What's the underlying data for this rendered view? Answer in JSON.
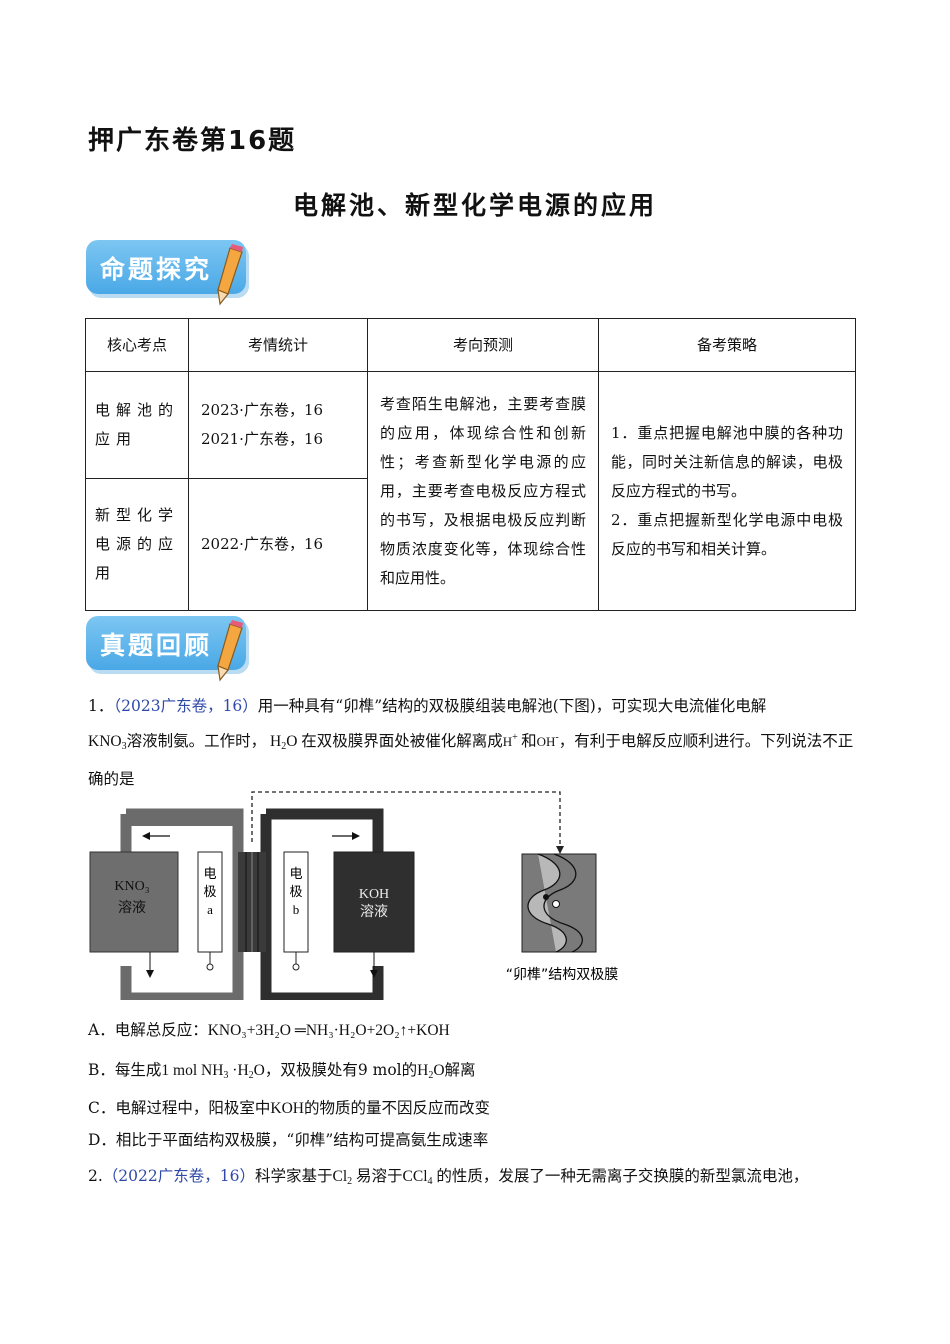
{
  "header": {
    "title": "押广东卷第16题",
    "subtitle": "电解池、新型化学电源的应用"
  },
  "banners": {
    "exploration": "命题探究",
    "review": "真题回顾"
  },
  "table": {
    "headers": [
      "核心考点",
      "考情统计",
      "考向预测",
      "备考策略"
    ],
    "row1": {
      "point": "电解池的应用",
      "stats": [
        "2023·广东卷，16",
        "2021·广东卷，16"
      ]
    },
    "row2": {
      "point": "新型化学电源的应用",
      "stats": [
        "2022·广东卷，16"
      ]
    },
    "forecast": "考查陌生电解池，主要考查膜的应用，体现综合性和创新性；考查新型化学电源的应用，主要考查电极反应方程式的书写，及根据电极反应判断物质浓度变化等，体现综合性和应用性。",
    "strategy": [
      "1．重点把握电解池中膜的各种功能，同时关注新信息的解读，电极反应方程式的书写。",
      "2．重点把握新型化学电源中电极反应的书写和相关计算。"
    ]
  },
  "q1": {
    "number": "1．",
    "source": "（2023广东卷，16）",
    "text_a": "用一种具有“卯榫”结构的双极膜组装电解池(下图)，可实现大电流催化电解",
    "text_b": "溶液制氨。工作时，",
    "text_c": "在双极膜界面处被催化解离成",
    "text_d": "和",
    "text_e": "，有利于电解反应顺利进行。下列说法不正确的是"
  },
  "figure": {
    "left_solution": [
      "KNO₃",
      "溶液"
    ],
    "electrode_a": [
      "电",
      "极",
      "a"
    ],
    "electrode_b": [
      "电",
      "极",
      "b"
    ],
    "right_solution": [
      "KOH",
      "溶液"
    ],
    "membrane_caption": "“卯榫”结构双极膜"
  },
  "options": {
    "A_prefix": "A．电解总反应：",
    "A_eq": "KNO₃+3H₂O ═NH₃·H₂O+2O₂↑+KOH",
    "B_prefix": "B．每生成",
    "B_mid": "，双极膜处有9 mol的",
    "B_end": "解离",
    "C_prefix": "C．电解过程中，阳极室中",
    "C_end": "的物质的量不因反应而改变",
    "D": "D．相比于平面结构双极膜，“卯榫”结构可提高氨生成速率"
  },
  "q2": {
    "number": "2.",
    "source": "（2022广东卷，16）",
    "text_a": "科学家基于",
    "text_b": "易溶于",
    "text_c": "的性质，发展了一种无需离子交换膜的新型氯流电池，"
  }
}
